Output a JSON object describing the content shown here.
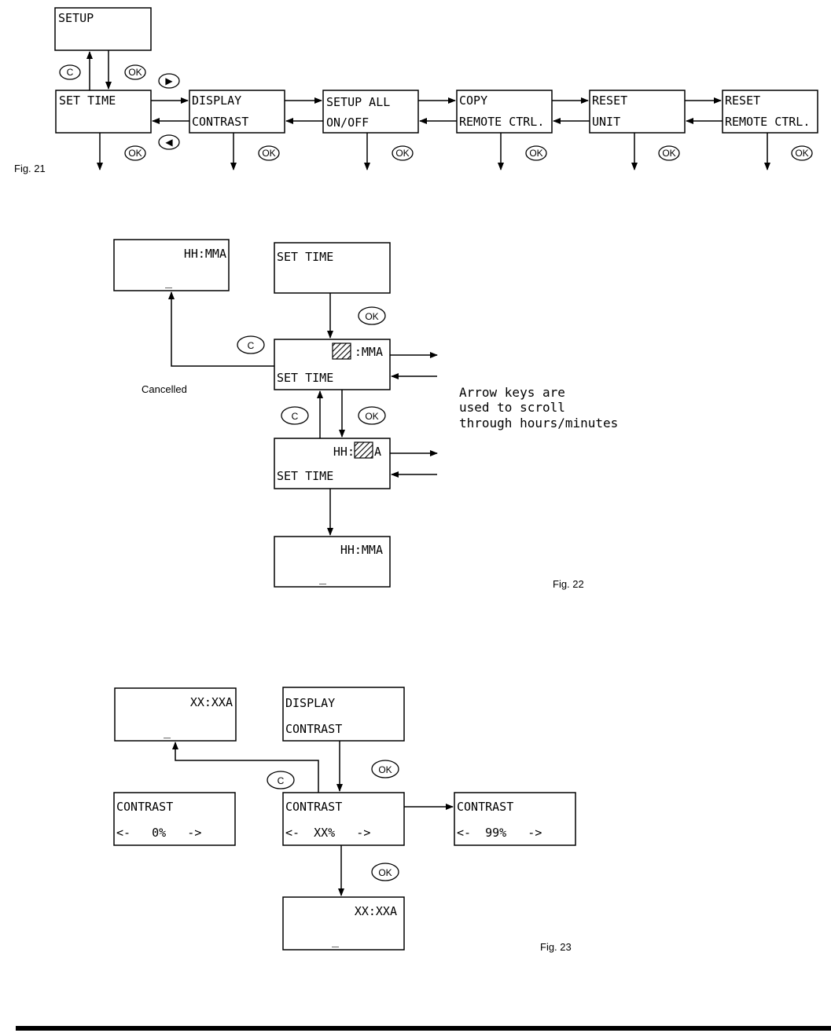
{
  "buttons": {
    "c": "C",
    "ok": "OK",
    "right": "▶",
    "left": "◀"
  },
  "fig21": {
    "caption": "Fig. 21",
    "setup": "SETUP",
    "menu": [
      {
        "line1": "SET TIME",
        "line2": ""
      },
      {
        "line1": "DISPLAY",
        "line2": "CONTRAST"
      },
      {
        "line1": "SETUP ALL",
        "line2": "ON/OFF"
      },
      {
        "line1": "COPY",
        "line2": "REMOTE CTRL."
      },
      {
        "line1": "RESET",
        "line2": "UNIT"
      },
      {
        "line1": "RESET",
        "line2": "REMOTE CTRL."
      }
    ]
  },
  "fig22": {
    "caption": "Fig. 22",
    "left_box": {
      "line1": "HH:MMA",
      "cursor": "_"
    },
    "start_box": {
      "line1": "SET TIME"
    },
    "hour_box": {
      "line1_rest": ":MMA",
      "line2": "SET TIME"
    },
    "minute_box": {
      "line1_prefix": "HH:",
      "line1_suffix": "A",
      "line2": "SET TIME"
    },
    "final_box": {
      "line1": "HH:MMA",
      "cursor": "_"
    },
    "cancelled": "Cancelled",
    "note": [
      "Arrow keys are",
      "used to scroll",
      "through hours/minutes"
    ]
  },
  "fig23": {
    "caption": "Fig. 23",
    "left_box": {
      "line1": "XX:XXA",
      "cursor": "_"
    },
    "start_box": {
      "line1": "DISPLAY",
      "line2": "CONTRAST"
    },
    "contrast_min": {
      "line1": "CONTRAST",
      "line2": "<-   0%   ->"
    },
    "contrast_cur": {
      "line1": "CONTRAST",
      "line2": "<-  XX%   ->"
    },
    "contrast_max": {
      "line1": "CONTRAST",
      "line2": "<-  99%   ->"
    },
    "final_box": {
      "line1": "XX:XXA",
      "cursor": "_"
    }
  }
}
